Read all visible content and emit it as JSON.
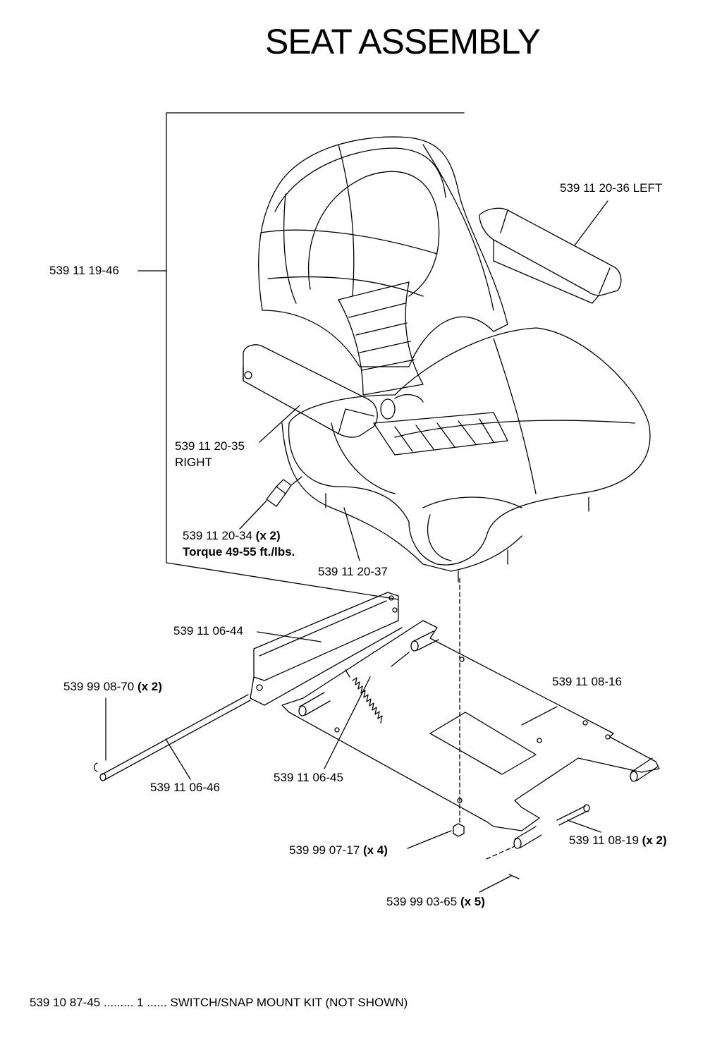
{
  "title": "SEAT ASSEMBLY",
  "labels": {
    "seat_assembly": "539 11 19-46",
    "armrest_left": "539 11 20-36 LEFT",
    "armrest_right_part": "539 11 20-35",
    "armrest_right_side": "RIGHT",
    "knob_part": "539 11 20-34",
    "knob_qty": "(x 2)",
    "knob_torque": "Torque 49-55 ft./lbs.",
    "seat_base": "539 11 20-37",
    "slide_rail": "539 11 06-44",
    "clip_part": "539 99 08-70",
    "clip_qty": "(x 2)",
    "plate": "539 11 08-16",
    "rod": "539 11 06-46",
    "spring": "539 11 06-45",
    "nut_part": "539 99 07-17",
    "nut_qty": "(x 4)",
    "pin_part": "539 11 08-19",
    "pin_qty": "(x 2)",
    "cotter_part": "539 99 03-65",
    "cotter_qty": "(x 5)"
  },
  "footer": "539 10 87-45 ......... 1 ...... SWITCH/SNAP MOUNT KIT (NOT SHOWN)"
}
